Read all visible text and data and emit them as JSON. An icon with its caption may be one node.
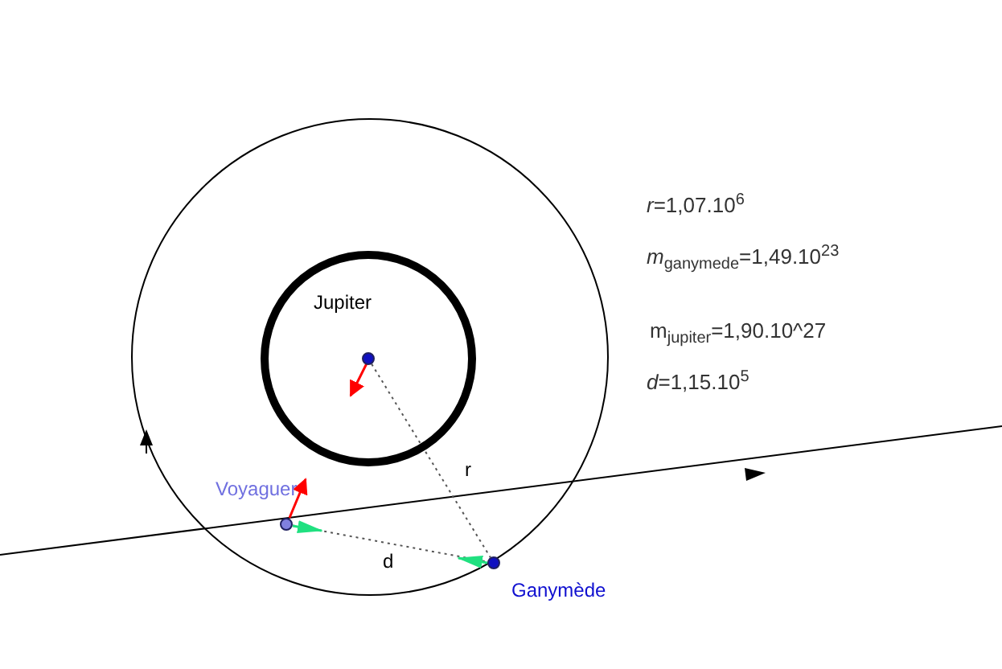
{
  "diagram": {
    "nodes": [
      {
        "text": [
          "Jupiter"
        ]
      },
      {
        "text": [],
        "shape": "circle",
        "in": 0
      },
      {
        "text": [],
        "shape": "circle",
        "beside": [
          "Voyaguer"
        ]
      },
      {
        "text": [],
        "shape": "circle",
        "beside": [
          "Ganymède"
        ]
      }
    ],
    "edges": [
      {
        "from": 1,
        "to": 3,
        "arrow": "none",
        "label": "r",
        "style": "dashed"
      },
      {
        "from": 2,
        "to": 3,
        "arrow": "none",
        "label": "d",
        "style": "dashed"
      }
    ],
    "labels": [
      "*r*=1,07.10$^{6}$",
      "*m*$_{ganymede}$=1,49.10$^{23}$",
      "m$_{jupiter}$=1,90.10^27",
      "*d*=1,15.10$^{5}$"
    ]
  }
}
